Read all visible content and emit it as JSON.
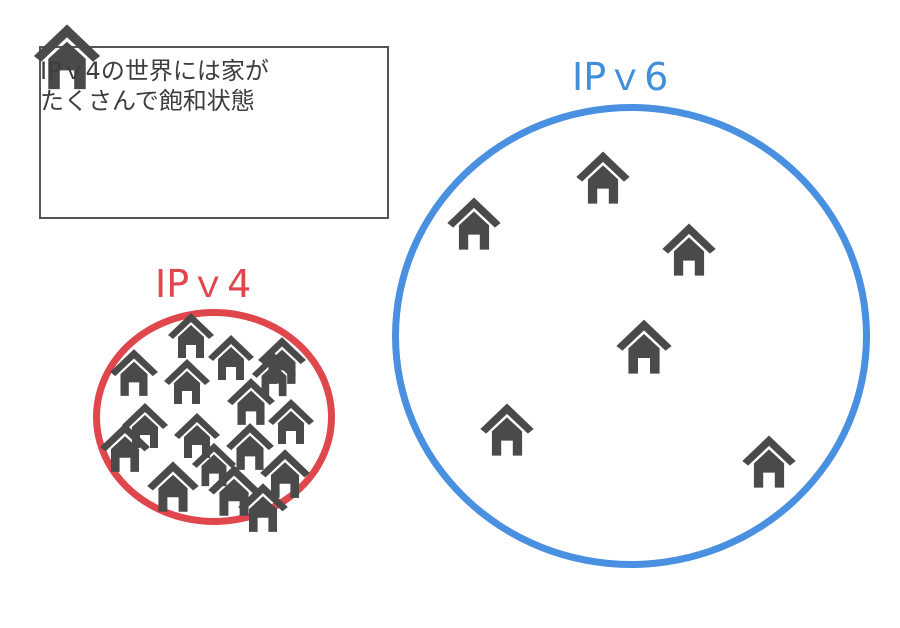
{
  "caption": {
    "line1": "IPｖ4の世界には家が",
    "line2": "たくさんで飽和状態"
  },
  "ipv4": {
    "label": "IPｖ4",
    "color": "#e0474c",
    "icon": "house-icon",
    "house_count": 17
  },
  "ipv6": {
    "label": "IPｖ6",
    "color": "#4a90e0",
    "icon": "house-icon",
    "house_count": 6
  },
  "house_color": "#4a4a4a"
}
